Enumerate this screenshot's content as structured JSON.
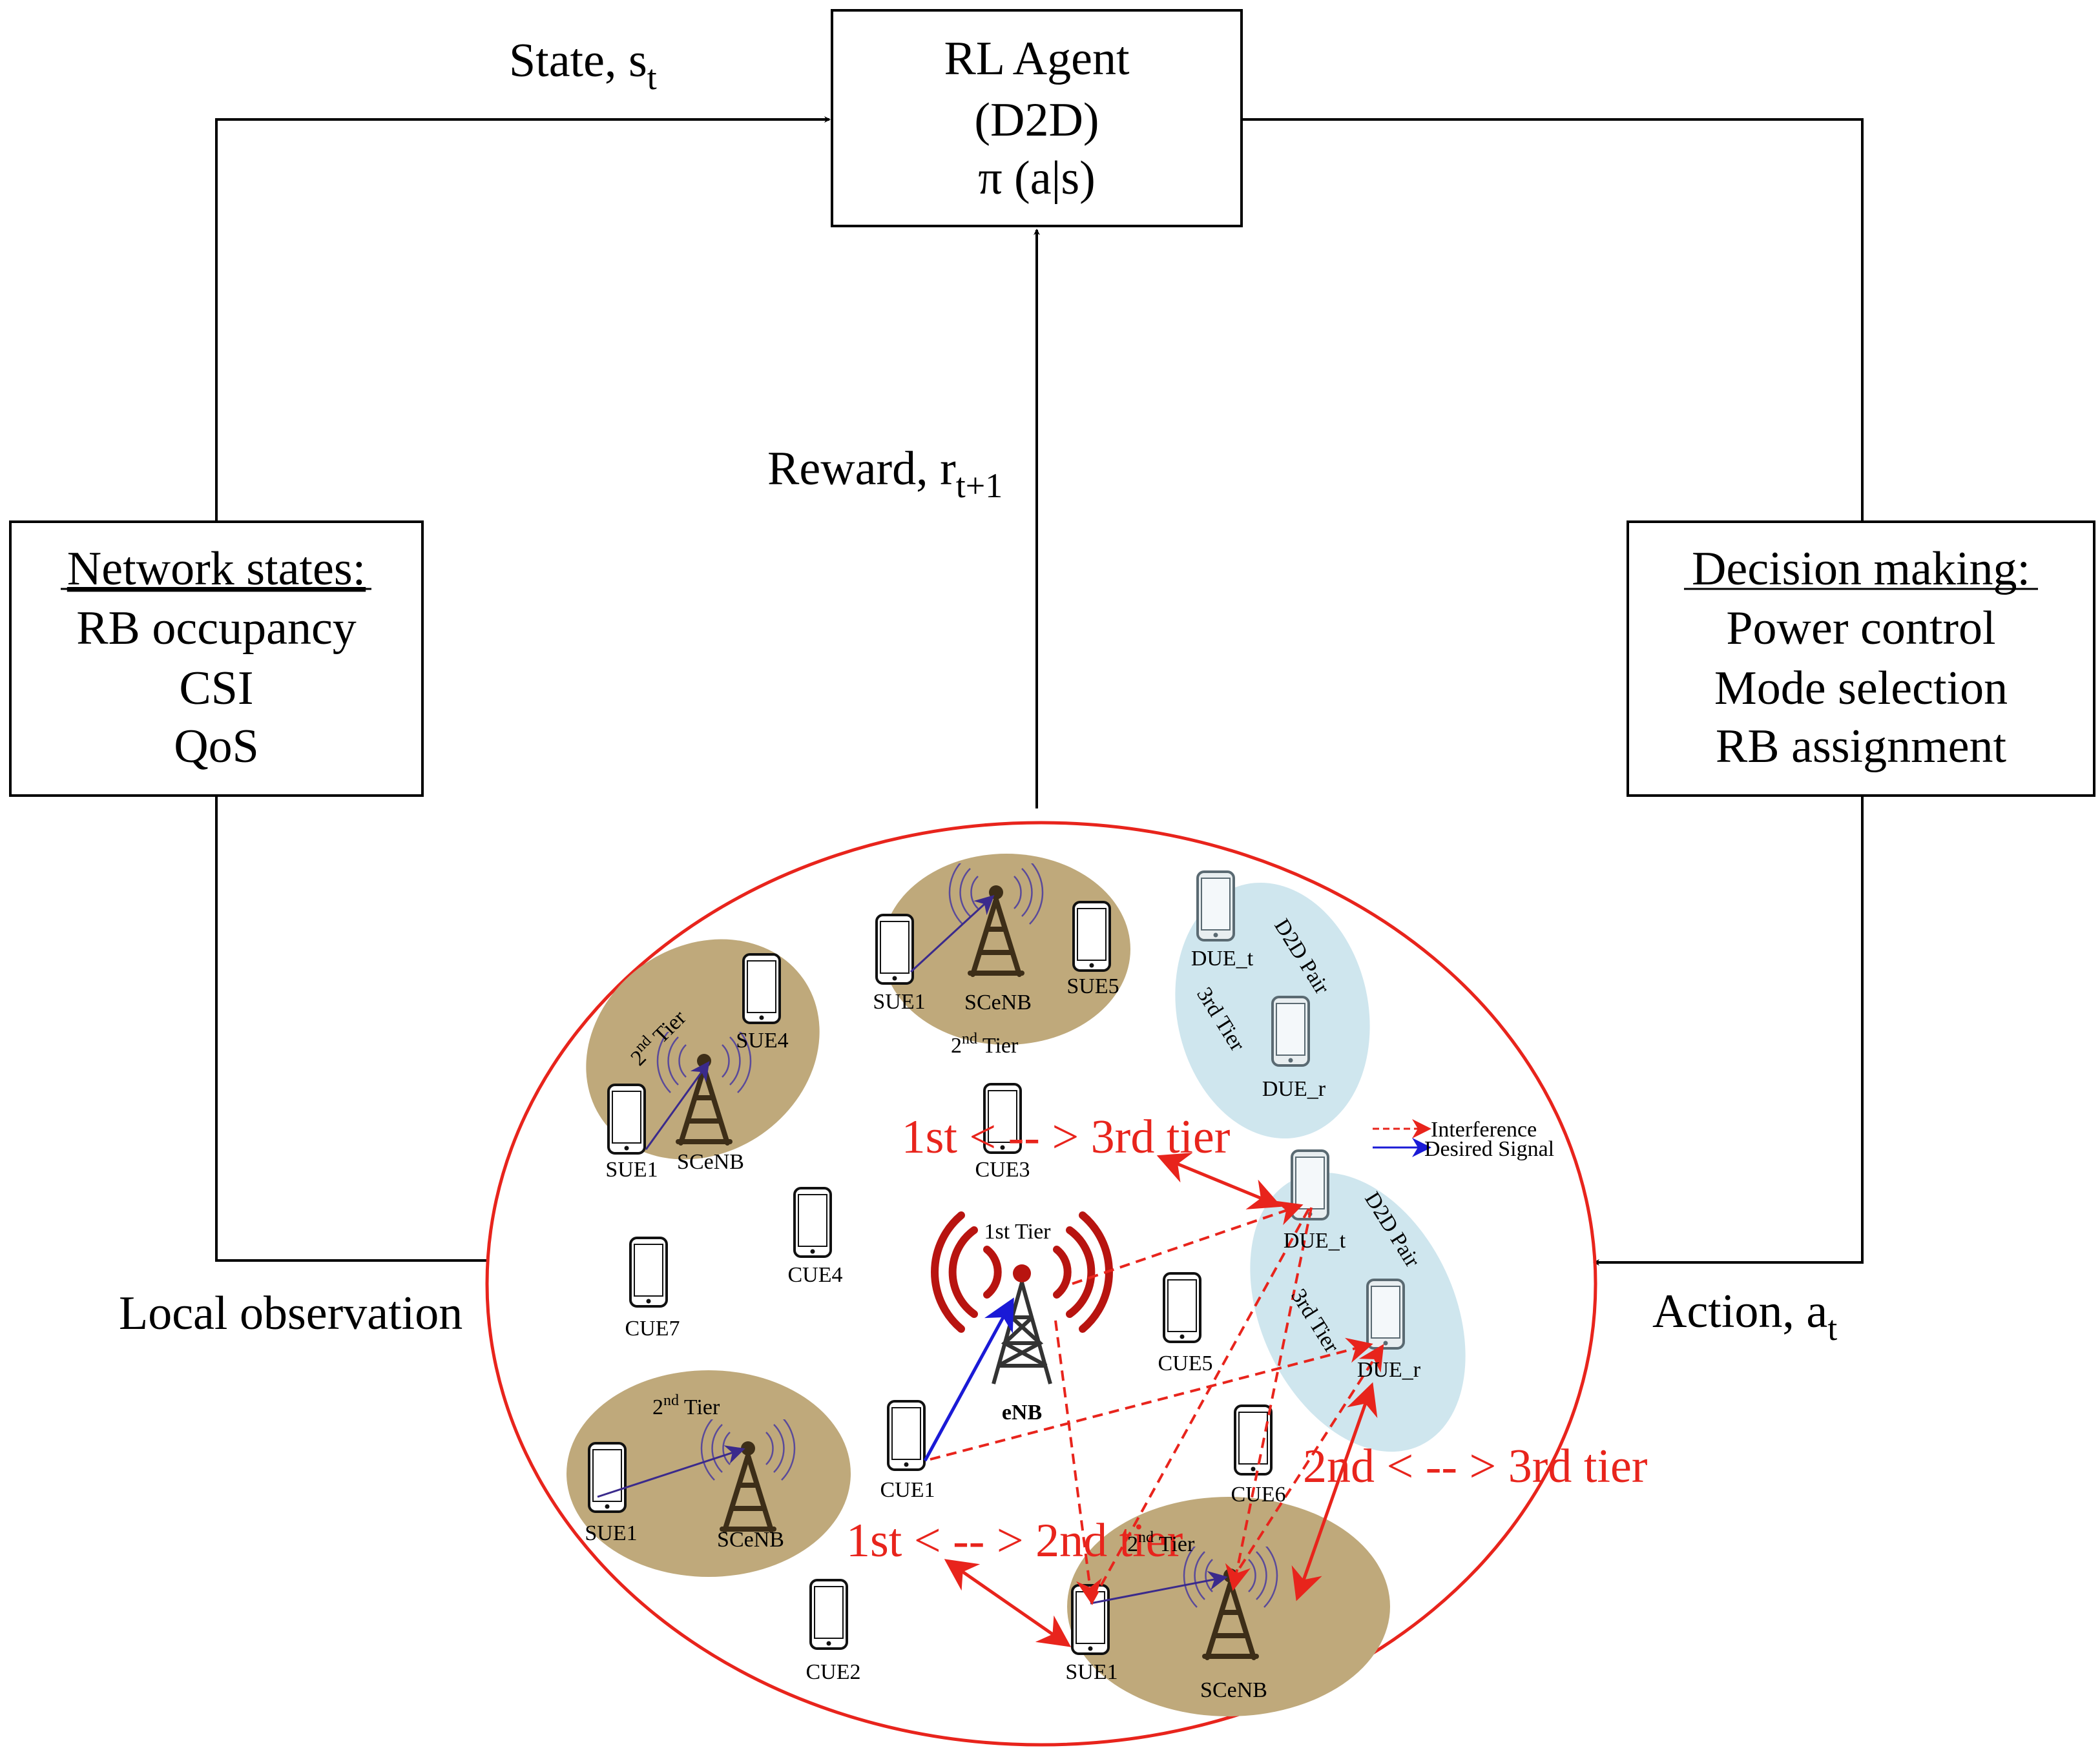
{
  "agent": {
    "line1": "RL Agent",
    "line2": "(D2D)",
    "line3": "π (a|s)"
  },
  "state_label": {
    "text": "State, s",
    "sub": "t"
  },
  "reward_label": {
    "text": "Reward, r",
    "sub": "t+1"
  },
  "action_label": {
    "text": "Action, a",
    "sub": "t"
  },
  "observation_label": "Local observation",
  "network_states": {
    "title": "Network states:",
    "items": [
      "RB occupancy",
      "CSI",
      "QoS"
    ]
  },
  "decision_making": {
    "title": "Decision making:",
    "items": [
      "Power control",
      "Mode selection",
      "RB assignment"
    ]
  },
  "network": {
    "enb": "eNB",
    "first_tier": "1st Tier",
    "second_tier": {
      "base": "2",
      "sup": "nd",
      "rest": " Tier"
    },
    "third_tier": "3rd Tier",
    "d2d_pair": "D2D Pair",
    "scenb": "SCeNB",
    "sue": [
      "SUE1",
      "SUE4",
      "SUE5"
    ],
    "cue": [
      "CUE1",
      "CUE2",
      "CUE3",
      "CUE4",
      "CUE5",
      "CUE6",
      "CUE7"
    ],
    "due": [
      "DUE_t",
      "DUE_r"
    ],
    "legend": {
      "interference": "Interference",
      "desired": "Desired Signal"
    },
    "links": [
      "1st < -- > 3rd tier",
      "1st < -- > 2nd tier",
      "2nd < -- > 3rd tier"
    ]
  },
  "colors": {
    "red": "#e8241c",
    "blue": "#1a1ad6",
    "tan": "#bfa97b",
    "lightblue": "#cfe6ee",
    "tower": "#4a3820"
  }
}
